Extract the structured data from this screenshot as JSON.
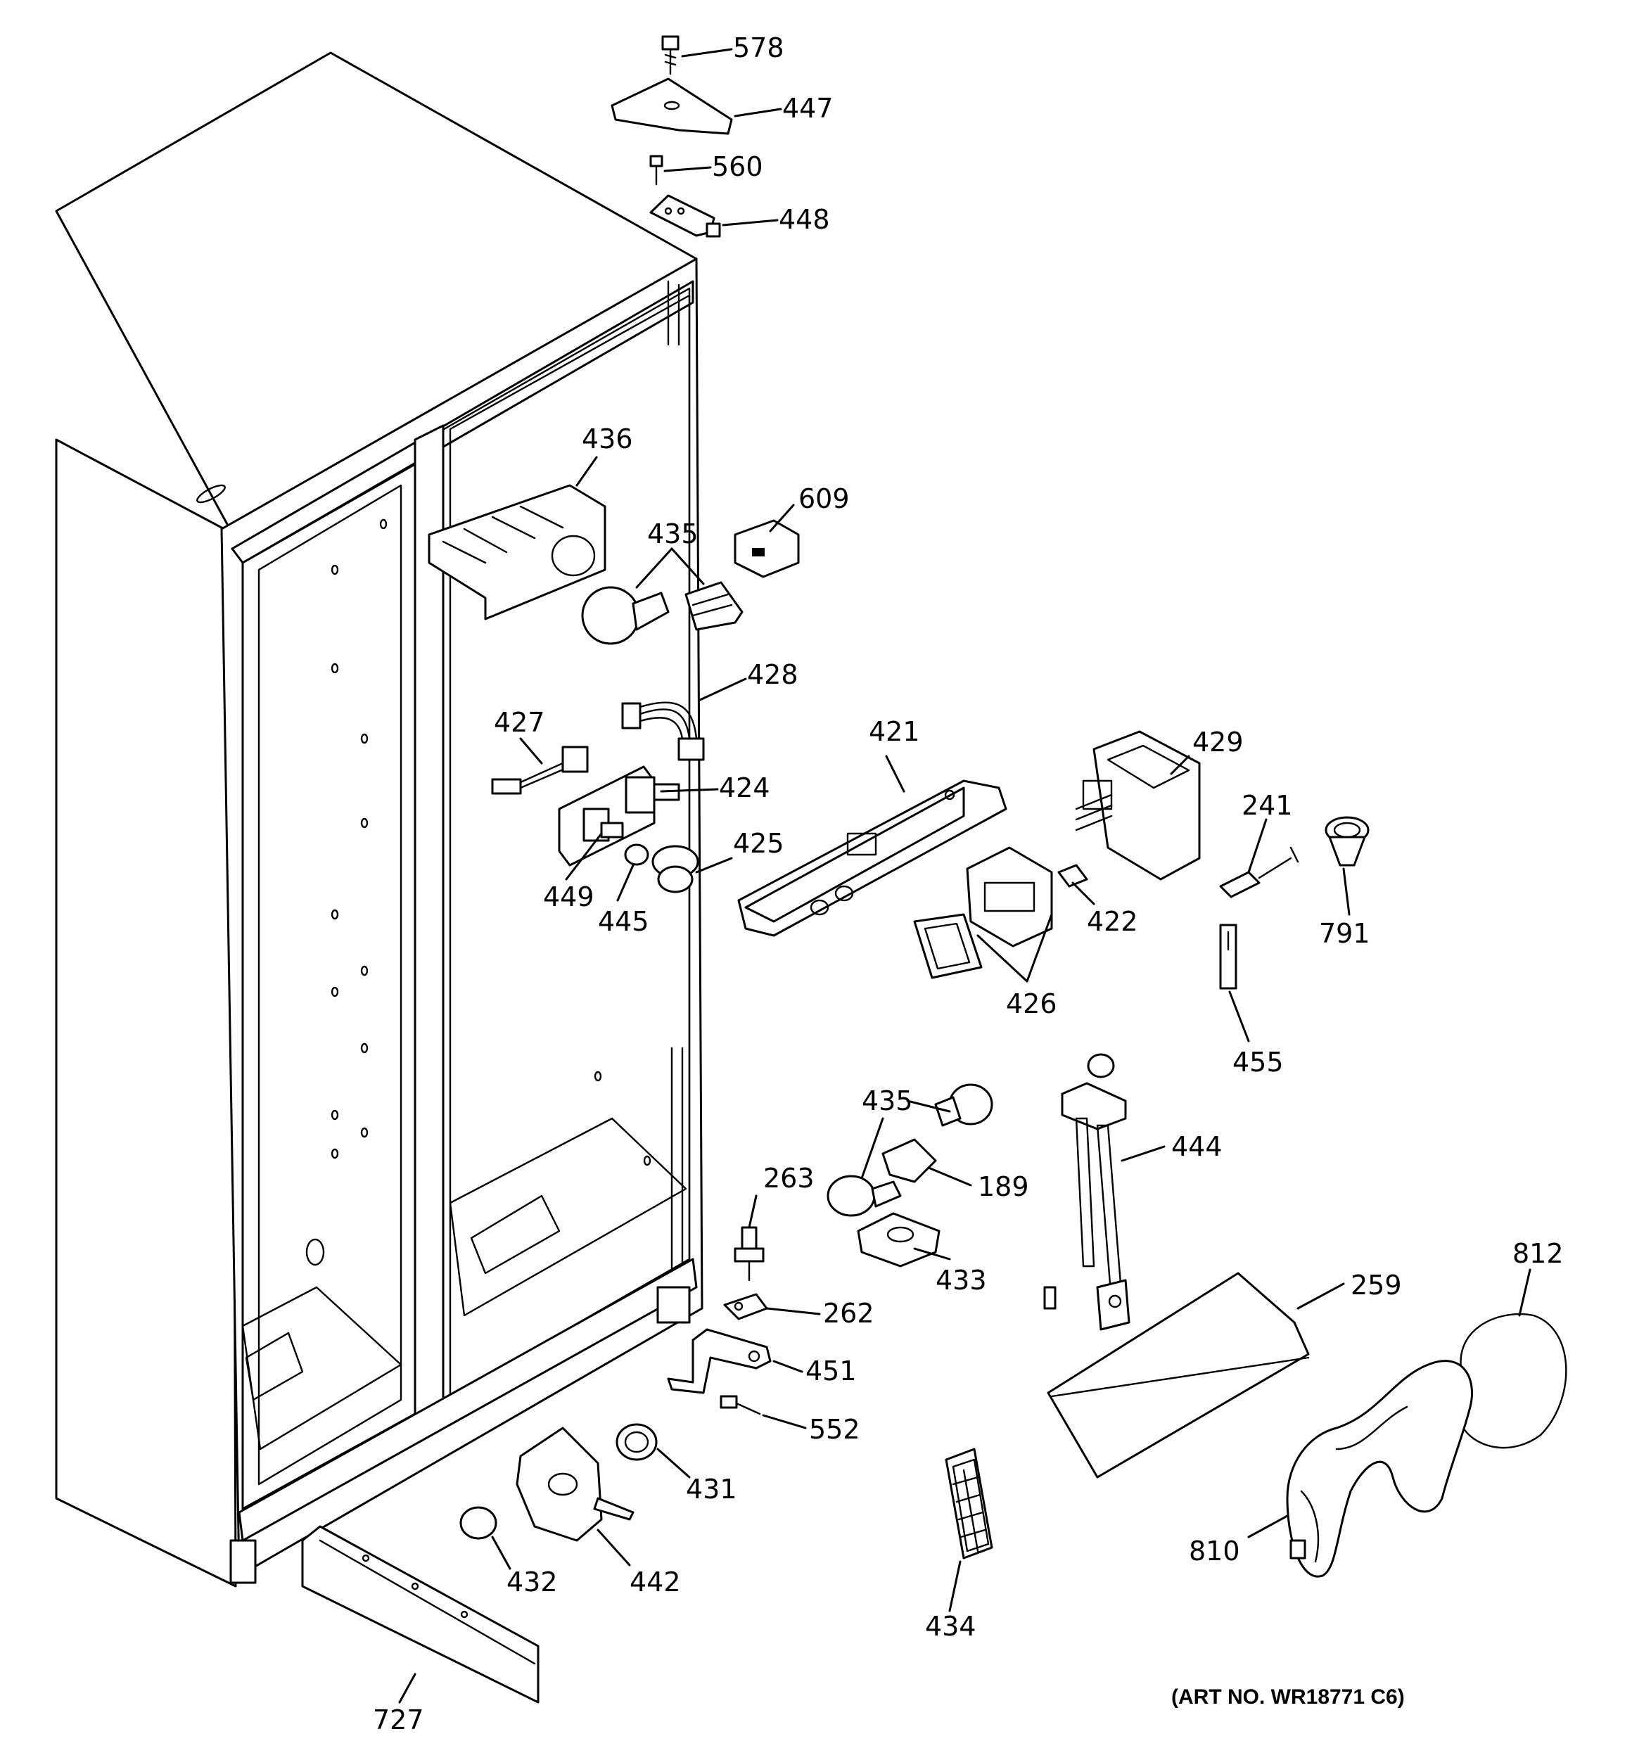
{
  "art_number": "(ART NO. WR18771 C6)",
  "callouts": {
    "p578": "578",
    "p447": "447",
    "p560": "560",
    "p448": "448",
    "p436": "436",
    "p609": "609",
    "p435_top": "435",
    "p428": "428",
    "p427": "427",
    "p424": "424",
    "p421": "421",
    "p429": "429",
    "p241": "241",
    "p425": "425",
    "p449": "449",
    "p445": "445",
    "p422": "422",
    "p791": "791",
    "p426": "426",
    "p455": "455",
    "p435_bottom": "435",
    "p444": "444",
    "p263": "263",
    "p189": "189",
    "p433": "433",
    "p262": "262",
    "p259": "259",
    "p812": "812",
    "p451": "451",
    "p552": "552",
    "p431": "431",
    "p810": "810",
    "p432": "432",
    "p442": "442",
    "p434": "434",
    "p727": "727"
  }
}
